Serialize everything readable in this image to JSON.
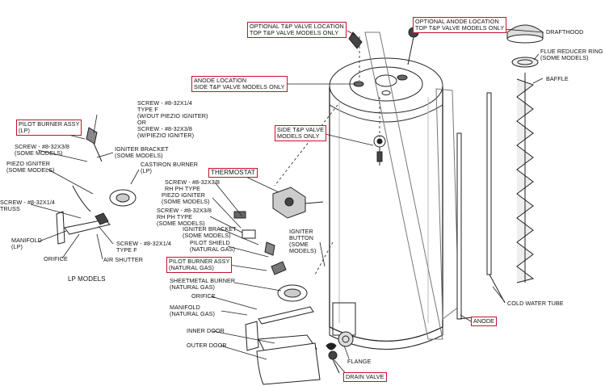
{
  "labels": {
    "optional_tp": "OPTIONAL T&P VALVE LOCATION\nTOP T&P VALVE MODELS ONLY",
    "optional_anode": "OPTIONAL ANODE LOCATION\nTOP T&P VALVE MODELS ONLY",
    "drafthood": "DRAFTHOOD",
    "flue_reducer": "FLUE REDUCER RING\n(SOME MODELS)",
    "baffle": "BAFFLE",
    "anode_location": "ANODE LOCATION\nSIDE T&P VALVE MODELS ONLY",
    "screw_832_14_typef": "SCREW - #8-32x1/4\nTYPE F\n(W/OUT PIEZIO IGNITER)\nOR\nSCREW - #8-32x3/8\n(W/PIEZIO IGNITER)",
    "pilot_burner_lp": "PILOT BURNER ASSY\n(LP)",
    "side_tp": "SIDE T&P VALVE\nMODELS ONLY",
    "screw_832_38_some": "SCREW - #8-32x3/8\n(SOME MODELS)",
    "igniter_bracket_lp": "IGNITER BRACKET\n(SOME MODELS)",
    "piezo_igniter_lp": "PIEZO IGNITER\n(SOME MODELS)",
    "castiron_burner": "CASTIRON BURNER\n(LP)",
    "thermostat": "THERMOSTAT",
    "screw_832_38_rh": "SCREW - #8-32x3/8\nRH PH TYPE",
    "piezo_igniter_ng": "PIEZO IGNITER\n(SOME MODELS)",
    "screw_814_truss": "SCREW - #8-32x1/4\nTRUSS",
    "screw_832_38_rh2": "SCREW - #8-32x3/8\nRH PH TYPE\n(SOME MODELS)",
    "igniter_bracket_ng": "IGNITER BRACKET\n(SOME MODELS)",
    "manifold_lp": "MANIFOLD\n(LP)",
    "screw_832_14_f": "SCREW - #8-32x1/4\nTYPE F",
    "pilot_shield": "PILOT SHIELD\n(NATURAL GAS)",
    "igniter_button": "IGNITER\nBUTTON\n(SOME\nMODELS)",
    "orifice_lp": "ORIFICE",
    "air_shutter": "AIR SHUTTER",
    "pilot_burner_ng": "PILOT BURNER ASSY\n(NATURAL GAS)",
    "lp_models": "LP MODELS",
    "sheetmetal_burner": "SHEETMETAL BURNER\n(NATURAL GAS)",
    "orifice_ng": "ORIFICE",
    "cold_water_tube": "COLD WATER TUBE",
    "manifold_ng": "MANIFOLD\n(NATURAL GAS)",
    "anode": "ANODE",
    "inner_door": "INNER DOOR",
    "outer_door": "OUTER DOOR",
    "flange": "FLANGE",
    "drain_valve": "DRAIN VALVE"
  },
  "colors": {
    "highlight_box": "#c8102e",
    "line": "#222222"
  }
}
